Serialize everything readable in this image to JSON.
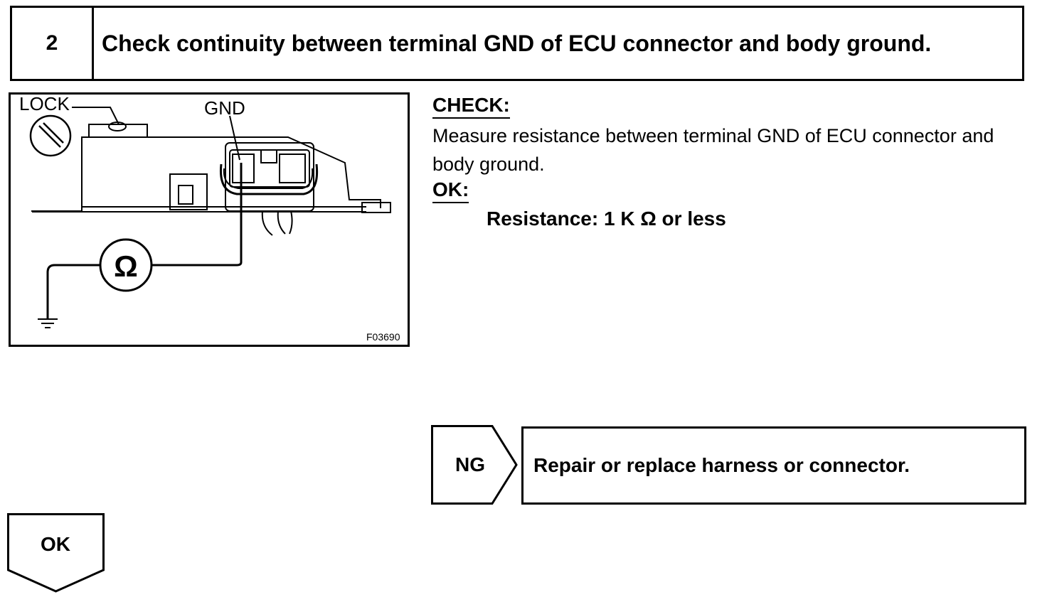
{
  "step": {
    "number": "2",
    "title": "Check continuity between terminal GND of ECU connector and body ground."
  },
  "figure": {
    "labels": {
      "lock": "LOCK",
      "gnd": "GND",
      "ohm_symbol": "Ω",
      "figure_id": "F03690"
    },
    "icons": [
      "lock-icon",
      "ohmmeter-icon",
      "ground-icon",
      "connector-icon"
    ]
  },
  "check": {
    "heading": "CHECK:",
    "body": "Measure resistance between terminal GND of ECU connector and body ground.",
    "ok_heading": "OK:",
    "spec": "Resistance: 1 K Ω or less"
  },
  "ng": {
    "label": "NG",
    "action": "Repair or replace harness or connector."
  },
  "ok": {
    "label": "OK"
  }
}
